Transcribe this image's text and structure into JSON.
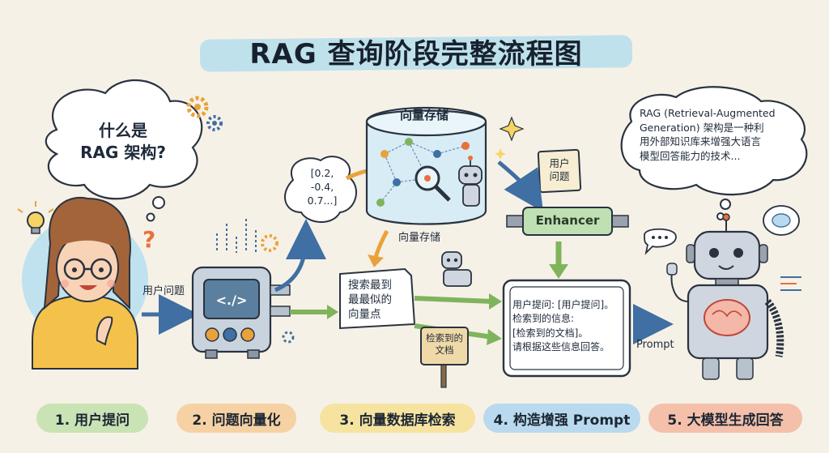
{
  "title": "RAG 查询阶段完整流程图",
  "left_bubble": {
    "line1": "什么是",
    "line2": "RAG 架构?"
  },
  "right_bubble": {
    "line1": "RAG (Retrieval-Augmented",
    "line2": "Generation) 架构是一种利",
    "line3": "用外部知识库来增强大语言",
    "line4": "模型回答能力的技术..."
  },
  "labels": {
    "user_question_arrow": "用户问题",
    "vector_store_top": "向量存储",
    "vector_store_side": "向量存储",
    "vector_values": {
      "line1": "[0.2,",
      "line2": "-0.4,",
      "line3": "0.7...]"
    },
    "search_note": {
      "line1": "搜索最到",
      "line2": "最最似的",
      "line3": "向量点"
    },
    "retrieved_sign": {
      "line1": "检索到的",
      "line2": "文档"
    },
    "user_question_card": {
      "line1": "用户",
      "line2": "问题"
    },
    "enhancer": "Enhancer",
    "prompt_label": "Prompt",
    "code_symbol": "<./>"
  },
  "prompt_box": {
    "line1": "用户提问: [用户提问]。",
    "line2": "检索到的信息:",
    "line3": "[检索到的文档]。",
    "line4": "请根据这些信息回答。"
  },
  "steps": [
    {
      "label": "1. 用户提问",
      "color": "#c9e3b4"
    },
    {
      "label": "2. 问题向量化",
      "color": "#f6d1a3"
    },
    {
      "label": "3. 向量数据库检索",
      "color": "#f6e3a0"
    },
    {
      "label": "4. 构造增强 Prompt",
      "color": "#b9d9ee"
    },
    {
      "label": "5. 大模型生成回答",
      "color": "#f4c0aa"
    }
  ],
  "colors": {
    "background": "#f6f1e7",
    "arrow_blue": "#3f6fa3",
    "arrow_green": "#7fb45c",
    "arrow_orange": "#e9a23b",
    "robot_grey": "#cfd6df",
    "db_blue": "#cfe6f2",
    "enhancer_green": "#bfe0b3"
  }
}
